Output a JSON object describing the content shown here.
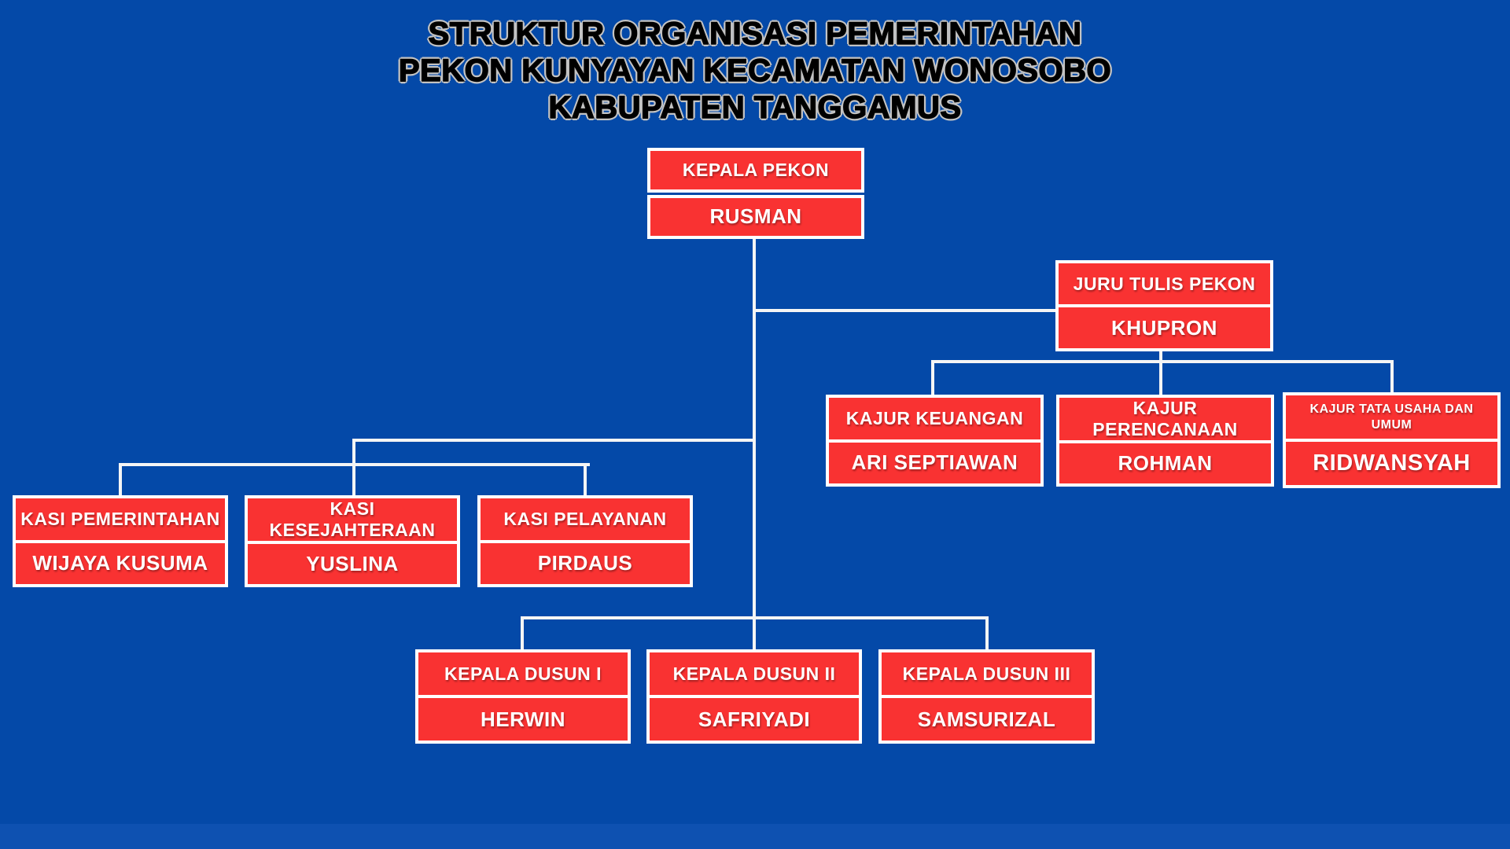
{
  "title": {
    "line1": "STRUKTUR ORGANISASI PEMERINTAHAN",
    "line2": "PEKON KUNYAYAN KECAMATAN WONOSOBO",
    "line3": "KABUPATEN TANGGAMUS"
  },
  "colors": {
    "background": "#0449a8",
    "box_fill": "#f93232",
    "box_border": "#ffffff",
    "connector_line": "#f5f5f5",
    "title_text": "#000000",
    "title_outline": "#c3c3c3",
    "box_text": "#ffffff"
  },
  "org": {
    "head": {
      "role": "KEPALA PEKON",
      "name": "RUSMAN"
    },
    "secretary": {
      "role": "JURU TULIS PEKON",
      "name": "KHUPRON"
    },
    "kajur": [
      {
        "role": "KAJUR KEUANGAN",
        "name": "ARI SEPTIAWAN"
      },
      {
        "role": "KAJUR PERENCANAAN",
        "name": "ROHMAN"
      },
      {
        "role": "KAJUR TATA USAHA DAN UMUM",
        "name": "RIDWANSYAH"
      }
    ],
    "kasi": [
      {
        "role": "KASI PEMERINTAHAN",
        "name": "WIJAYA KUSUMA"
      },
      {
        "role": "KASI KESEJAHTERAAN",
        "name": "YUSLINA"
      },
      {
        "role": "KASI PELAYANAN",
        "name": "PIRDAUS"
      }
    ],
    "kepala_dusun": [
      {
        "role": "KEPALA DUSUN I",
        "name": "HERWIN"
      },
      {
        "role": "KEPALA DUSUN II",
        "name": "SAFRIYADI"
      },
      {
        "role": "KEPALA DUSUN III",
        "name": "SAMSURIZAL"
      }
    ]
  }
}
